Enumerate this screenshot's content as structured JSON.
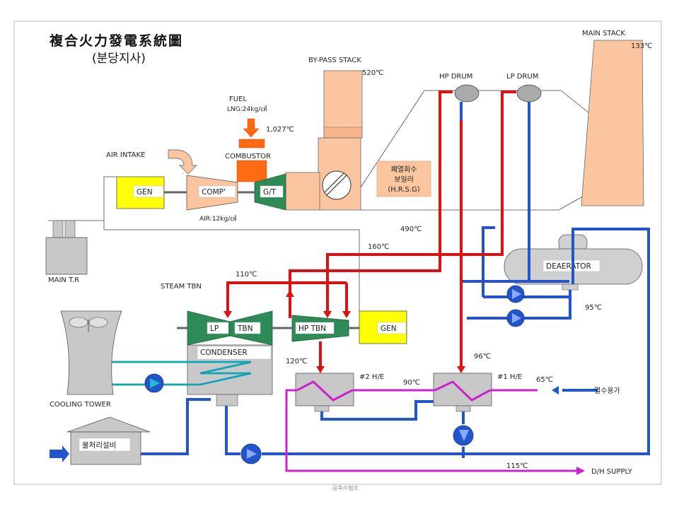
{
  "title": "複合火力發電系統圖",
  "subtitle": "(분당지사)",
  "labels": {
    "main_stack": "MAIN STACK",
    "bypass_stack": "BY-PASS STACK",
    "hp_drum": "HP DRUM",
    "lp_drum": "LP DRUM",
    "fuel": "FUEL",
    "fuel_pressure": "LNG:24kg/㎠",
    "combustor": "COMBUSTOR",
    "air_intake": "AIR INTAKE",
    "gen_gt": "GEN",
    "comp": "COMP'",
    "gt": "G/T",
    "air_pressure": "AIR:12kg/㎠",
    "hrsg_line1": "폐열회수",
    "hrsg_line2": "보일러",
    "hrsg_line3": "(H.R.S.G)",
    "main_tr": "MAIN T.R",
    "steam_tbn": "STEAM TBN",
    "lp": "LP",
    "tbn": "TBN",
    "hp_tbn": "HP TBN",
    "gen_st": "GEN",
    "condenser": "CONDENSER",
    "deaerator": "DEAERATOR",
    "he2": "#2 H/E",
    "he1": "#1 H/E",
    "cooling_tower": "COOLING TOWER",
    "water_treatment": "물처리설비",
    "return_water": "열수용가",
    "dh_supply": "D/H SUPPLY",
    "footer": "응축수펌프"
  },
  "temperatures": {
    "main_stack": "133℃",
    "bypass_stack": "520℃",
    "combustor": "1,027℃",
    "t490": "490℃",
    "t160": "160℃",
    "t110": "110℃",
    "t95": "95℃",
    "t120": "120℃",
    "t96": "96℃",
    "t90": "90℃",
    "t65": "65℃",
    "t115": "115℃"
  },
  "colors": {
    "steam": "#dd1111",
    "water": "#2255cc",
    "district": "#cc22cc",
    "turbine": "#2e8b57",
    "generator": "#ffff00",
    "combustor": "#ff6a13",
    "hrsg": "#fbc5a0",
    "equipment_gray": "#c8c8c8",
    "cooling_line": "#22bbcc"
  }
}
